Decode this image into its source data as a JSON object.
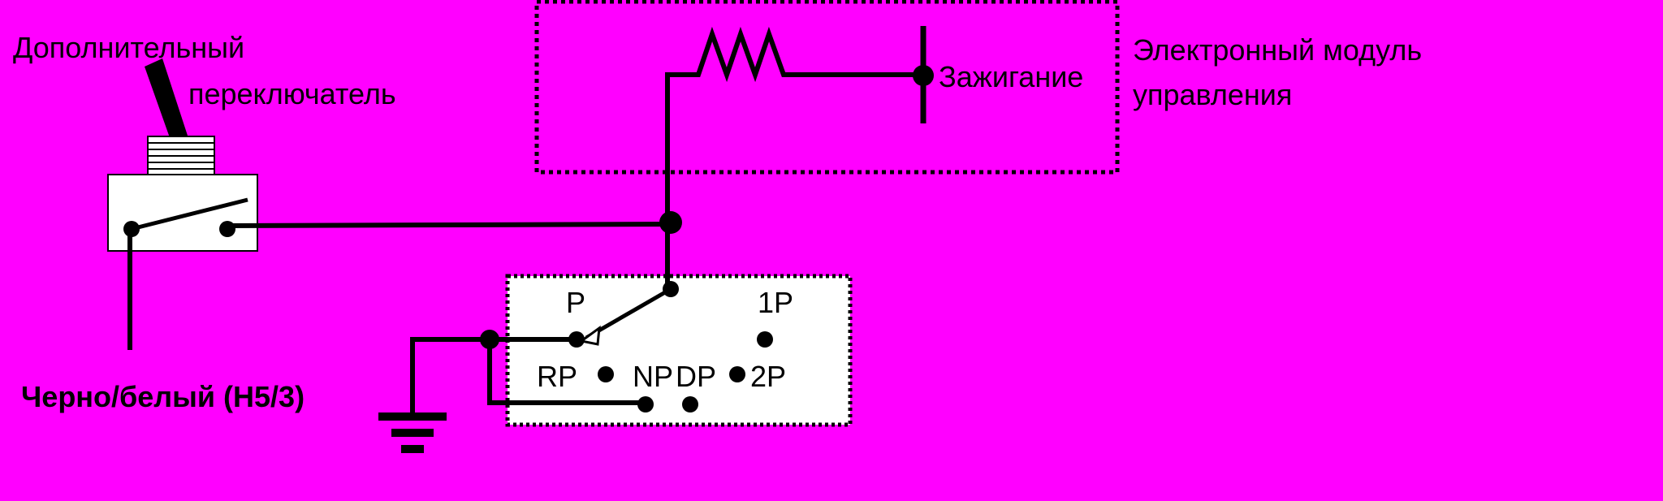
{
  "colors": {
    "background": "#ff00ff",
    "wire": "#000000",
    "box": "#ffffff"
  },
  "labels": {
    "switch_line1": "Дополнительный",
    "switch_line2": "переключатель",
    "ignition": "Зажигание",
    "ecu_line1": "Электронный модуль",
    "ecu_line2": "управления",
    "wire_color": "Черно/белый (H5/3)"
  },
  "selector_positions": {
    "p": "P",
    "p1": "1P",
    "rp": "RP",
    "np": "NP",
    "dp": "DP",
    "p2": "2P"
  },
  "icons": {
    "resistor": "resistor-icon",
    "ground": "ground-icon",
    "toggle": "toggle-switch-icon"
  }
}
